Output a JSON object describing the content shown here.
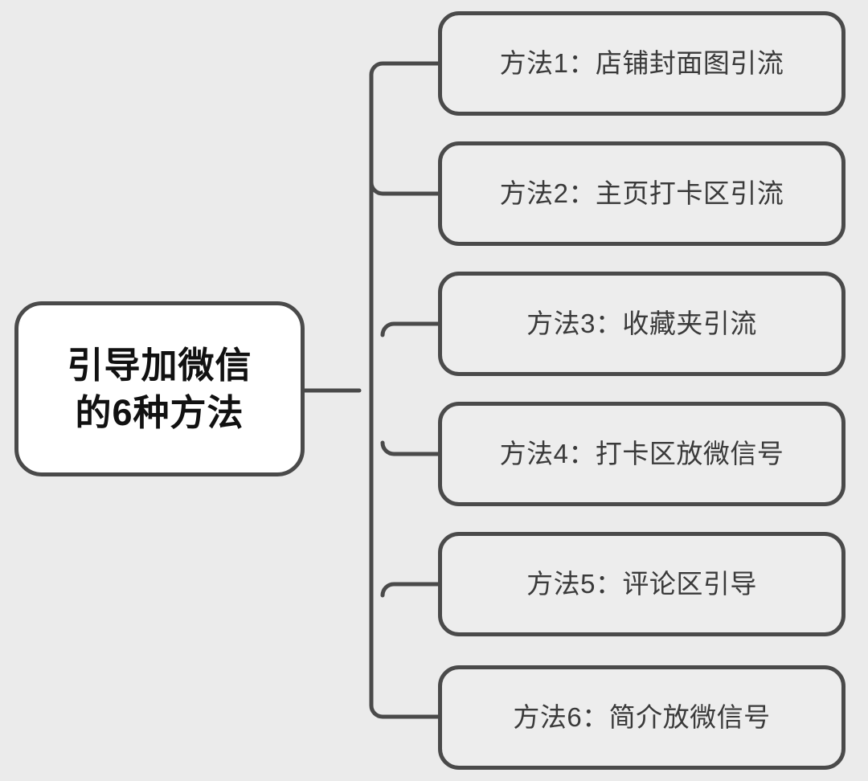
{
  "diagram": {
    "type": "mindmap",
    "orientation": "left-to-right",
    "background_color": "#ebebeb",
    "line_color": "#4a4a4a",
    "root": {
      "label": "引导加微信\n的6种方法",
      "line1": "引导加微信",
      "line2": "的6种方法",
      "fill_color": "#ffffff",
      "text_color": "#111111"
    },
    "branches": [
      {
        "id": 1,
        "label": "方法1：店铺封面图引流",
        "method_number": "1",
        "method_text": "店铺封面图引流",
        "fill_color": "#ededed",
        "text_color": "#3a3a3a"
      },
      {
        "id": 2,
        "label": "方法2：主页打卡区引流",
        "method_number": "2",
        "method_text": "主页打卡区引流",
        "fill_color": "#ededed",
        "text_color": "#3a3a3a"
      },
      {
        "id": 3,
        "label": "方法3：收藏夹引流",
        "method_number": "3",
        "method_text": "收藏夹引流",
        "fill_color": "#ededed",
        "text_color": "#3a3a3a"
      },
      {
        "id": 4,
        "label": "方法4：打卡区放微信号",
        "method_number": "4",
        "method_text": "打卡区放微信号",
        "fill_color": "#ededed",
        "text_color": "#3a3a3a"
      },
      {
        "id": 5,
        "label": "方法5：评论区引导",
        "method_number": "5",
        "method_text": "评论区引导",
        "fill_color": "#ededed",
        "text_color": "#3a3a3a"
      },
      {
        "id": 6,
        "label": "方法6：简介放微信号",
        "method_number": "6",
        "method_text": "简介放微信号",
        "fill_color": "#ededed",
        "text_color": "#3a3a3a"
      }
    ]
  }
}
